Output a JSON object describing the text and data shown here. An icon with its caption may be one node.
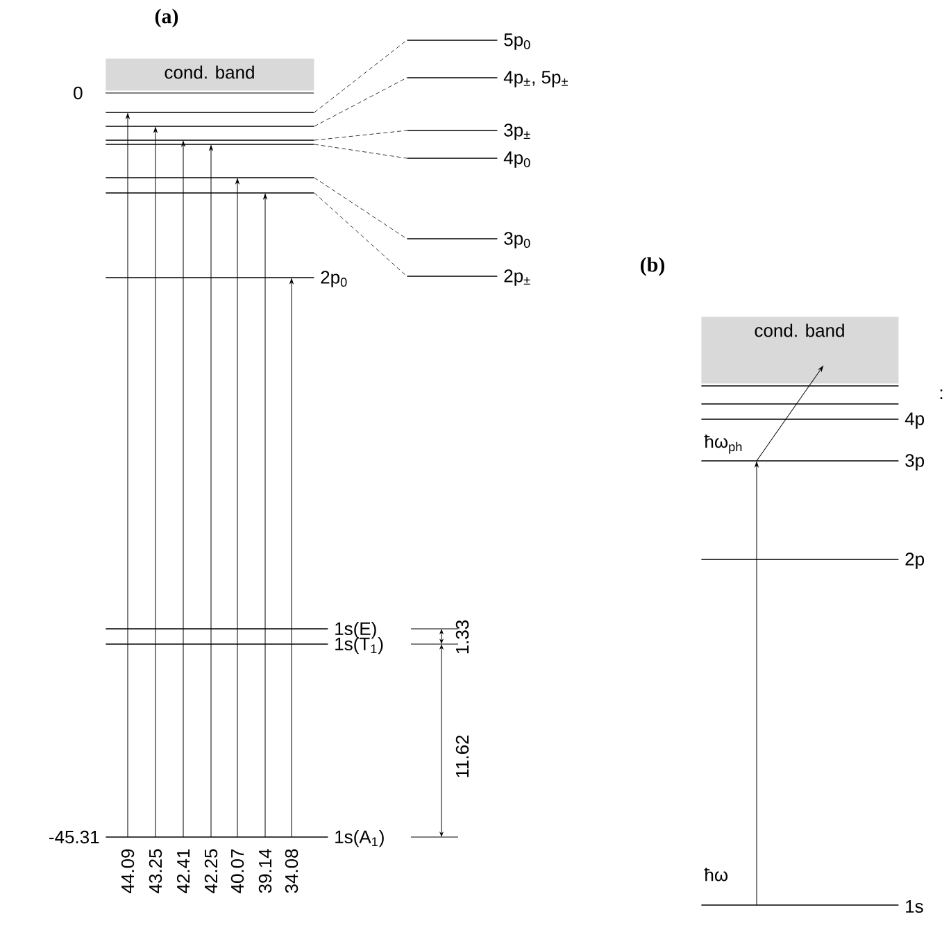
{
  "diagram": {
    "nodes": [
      {
        "text": [
          "cond. band"
        ]
      },
      {
        "text": [],
        "shape": "bar"
      },
      {
        "text": [],
        "shape": "bar"
      },
      {
        "text": [],
        "shape": "bar"
      },
      {
        "text": [],
        "shape": "bar"
      },
      {
        "text": [],
        "shape": "bar"
      },
      {
        "text": [],
        "shape": "bar"
      },
      {
        "text": [],
        "shape": "bar",
        "beside": [
          "2p$_{0}$"
        ]
      },
      {
        "text": [],
        "shape": "bar",
        "beside": [
          "1s(E)"
        ]
      },
      {
        "text": [],
        "shape": "bar",
        "beside": [
          "1s(T$_{1}$)"
        ]
      },
      {
        "text": [],
        "shape": "bar",
        "beside": [
          "1s(A$_{1}$)"
        ]
      },
      {
        "text": [],
        "shape": "bar",
        "beside": [
          "5p$_{0}$"
        ]
      },
      {
        "text": [],
        "shape": "bar",
        "beside": [
          "4p$_{±}$, 5p$_{±}$"
        ]
      },
      {
        "text": [],
        "shape": "bar",
        "beside": [
          "3p$_{±}$"
        ]
      },
      {
        "text": [],
        "shape": "bar",
        "beside": [
          "4p$_{0}$"
        ]
      },
      {
        "text": [],
        "shape": "bar",
        "beside": [
          "3p$_{0}$"
        ]
      },
      {
        "text": [],
        "shape": "bar",
        "beside": [
          "2p$_{±}$"
        ]
      },
      {
        "text": [
          "cond. band"
        ]
      },
      {
        "text": [],
        "shape": "bar"
      },
      {
        "text": [],
        "shape": "bar"
      },
      {
        "text": [],
        "shape": "bar",
        "beside": [
          "4p"
        ]
      },
      {
        "text": [],
        "shape": "bar",
        "beside": [
          "3p"
        ]
      },
      {
        "text": [],
        "shape": "bar",
        "beside": [
          "2p"
        ]
      },
      {
        "text": [],
        "shape": "bar",
        "beside": [
          "1s"
        ]
      }
    ],
    "edges": [
      {
        "from": 10,
        "to": 1,
        "arrow": "to",
        "label": "44.09"
      },
      {
        "from": 10,
        "to": 2,
        "arrow": "to",
        "label": "43.25"
      },
      {
        "from": 10,
        "to": 3,
        "arrow": "to",
        "label": "42.41"
      },
      {
        "from": 10,
        "to": 4,
        "arrow": "to",
        "label": "42.25"
      },
      {
        "from": 10,
        "to": 5,
        "arrow": "to",
        "label": "40.07"
      },
      {
        "from": 10,
        "to": 6,
        "arrow": "to",
        "label": "39.14"
      },
      {
        "from": 10,
        "to": 7,
        "arrow": "to",
        "label": "34.08"
      },
      {
        "from": 1,
        "to": 11,
        "arrow": "none",
        "style": "dashed"
      },
      {
        "from": 2,
        "to": 12,
        "arrow": "none",
        "style": "dashed"
      },
      {
        "from": 3,
        "to": 13,
        "arrow": "none",
        "style": "dashed"
      },
      {
        "from": 4,
        "to": 14,
        "arrow": "none",
        "style": "dashed"
      },
      {
        "from": 5,
        "to": 15,
        "arrow": "none",
        "style": "dashed"
      },
      {
        "from": 6,
        "to": 16,
        "arrow": "none",
        "style": "dashed"
      },
      {
        "from": 23,
        "to": 21,
        "arrow": "to",
        "label": "ħω"
      },
      {
        "from": 21,
        "to": 17,
        "arrow": "to",
        "label": "ħω$_{ph}$"
      }
    ],
    "labels": [
      "(a)",
      "0",
      "-45.31",
      "1.33",
      "11.62",
      "(b)",
      ":"
    ]
  }
}
